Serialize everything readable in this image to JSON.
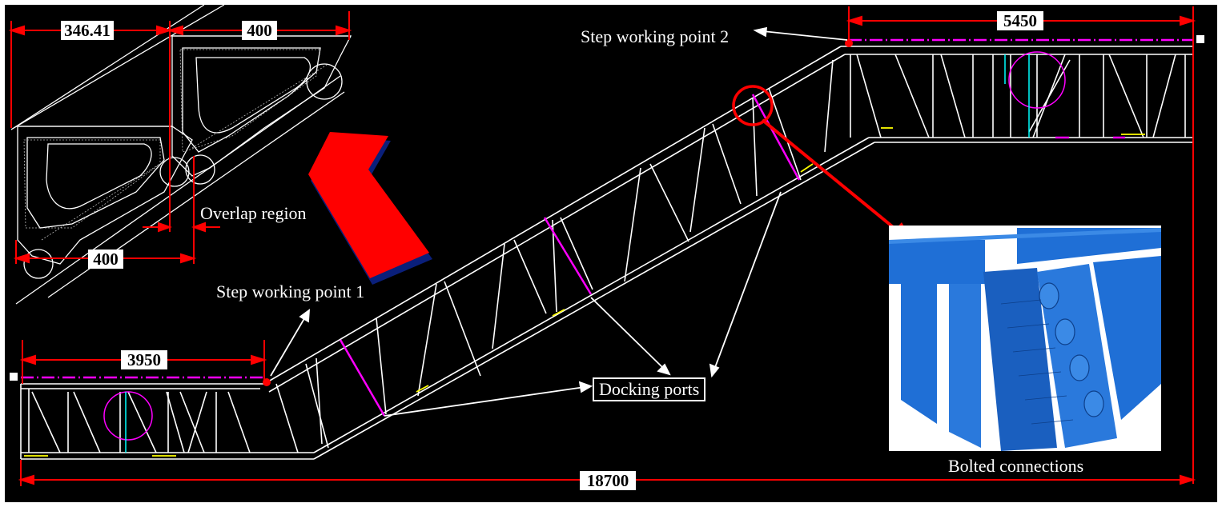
{
  "dimensions": {
    "top_left_a": "346.41",
    "top_left_b": "400",
    "bottom_left": "400",
    "lower_span": "3950",
    "upper_span": "5450",
    "total_span": "18700"
  },
  "labels": {
    "overlap_region": "Overlap region",
    "step_point_1": "Step working point 1",
    "step_point_2": "Step working point 2",
    "docking_ports": "Docking ports",
    "bolted_connections": "Bolted connections"
  },
  "colors": {
    "background": "#000000",
    "truss": "#ffffff",
    "dimension": "#ff0000",
    "accent_magenta": "#ff00ff",
    "accent_yellow": "#ffff00",
    "accent_cyan": "#00ffff",
    "arrow": "#ff0000",
    "model_blue": "#1f6fd6"
  }
}
